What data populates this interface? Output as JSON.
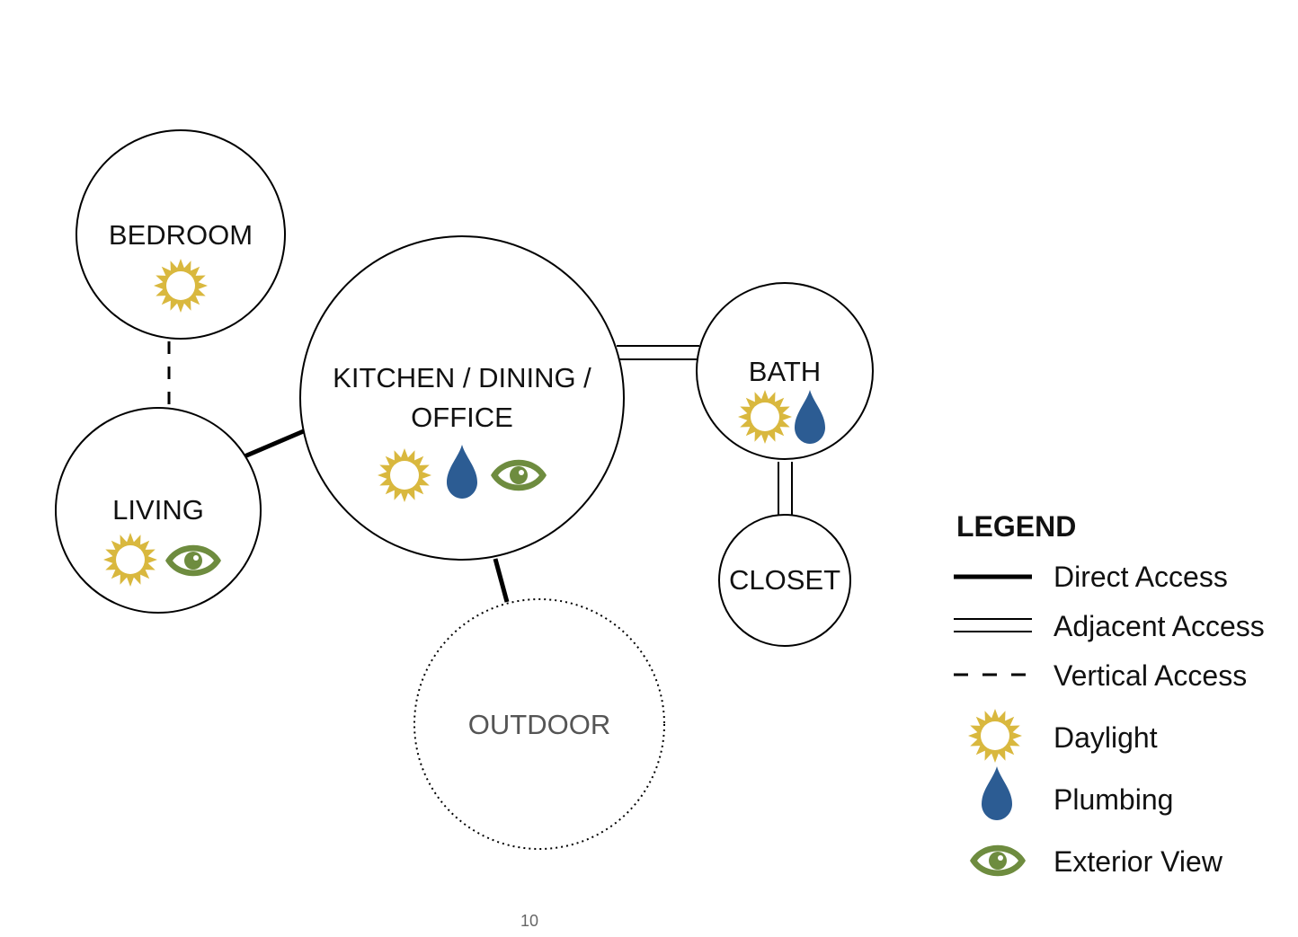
{
  "rooms": {
    "bedroom": {
      "label": "BEDROOM"
    },
    "living": {
      "label": "LIVING"
    },
    "kitchen": {
      "label_line1": "KITCHEN / DINING /",
      "label_line2": "OFFICE"
    },
    "bath": {
      "label": "BATH"
    },
    "closet": {
      "label": "CLOSET"
    },
    "outdoor": {
      "label": "OUTDOOR"
    }
  },
  "connections": [
    {
      "from": "BEDROOM",
      "to": "LIVING",
      "type": "Vertical Access"
    },
    {
      "from": "LIVING",
      "to": "KITCHEN / DINING / OFFICE",
      "type": "Direct Access"
    },
    {
      "from": "KITCHEN / DINING / OFFICE",
      "to": "BATH",
      "type": "Adjacent Access"
    },
    {
      "from": "BATH",
      "to": "CLOSET",
      "type": "Adjacent Access"
    },
    {
      "from": "KITCHEN / DINING / OFFICE",
      "to": "OUTDOOR",
      "type": "Direct Access"
    }
  ],
  "legend": {
    "title": "LEGEND",
    "direct": "Direct Access",
    "adjacent": "Adjacent Access",
    "vertical": "Vertical Access",
    "daylight": "Daylight",
    "plumbing": "Plumbing",
    "view": "Exterior View"
  },
  "icons": {
    "daylight": "sun-icon",
    "plumbing": "water-drop-icon",
    "view": "eye-icon"
  },
  "colors": {
    "daylight": "#D9B83E",
    "plumbing": "#2C5C93",
    "view": "#6E8C3F",
    "line": "#000000"
  },
  "page_number": "10"
}
